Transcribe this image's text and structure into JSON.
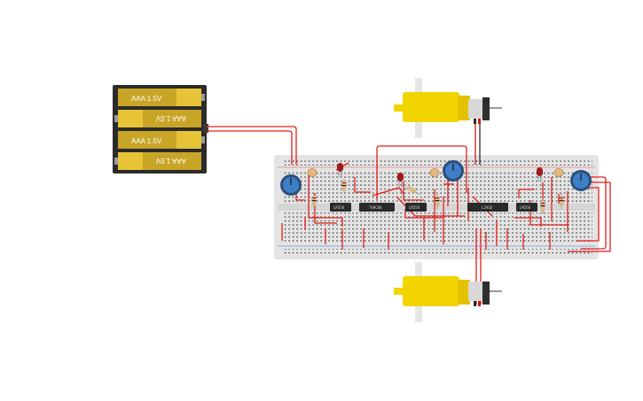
{
  "battery_pack": {
    "cells": [
      {
        "label": "AAA 1.5V",
        "flipped": false
      },
      {
        "label": "AAA 1.5V",
        "flipped": true
      },
      {
        "label": "AAA 1.5V",
        "flipped": false
      },
      {
        "label": "AAA 1.5V",
        "flipped": true
      }
    ]
  },
  "chips": [
    {
      "name": "chip-1",
      "label": "LM358"
    },
    {
      "name": "chip-2",
      "label": "74HC86"
    },
    {
      "name": "chip-3",
      "label": "LM358"
    },
    {
      "name": "chip-4",
      "label": "L293D"
    },
    {
      "name": "chip-5",
      "label": "LM358"
    }
  ],
  "colors": {
    "wire": "#e0201c",
    "breadboard": "#e4e4e4",
    "motor_yellow": "#f2d400",
    "battery_yellow": "#e7c436",
    "pot_blue": "#3f7fc7"
  }
}
